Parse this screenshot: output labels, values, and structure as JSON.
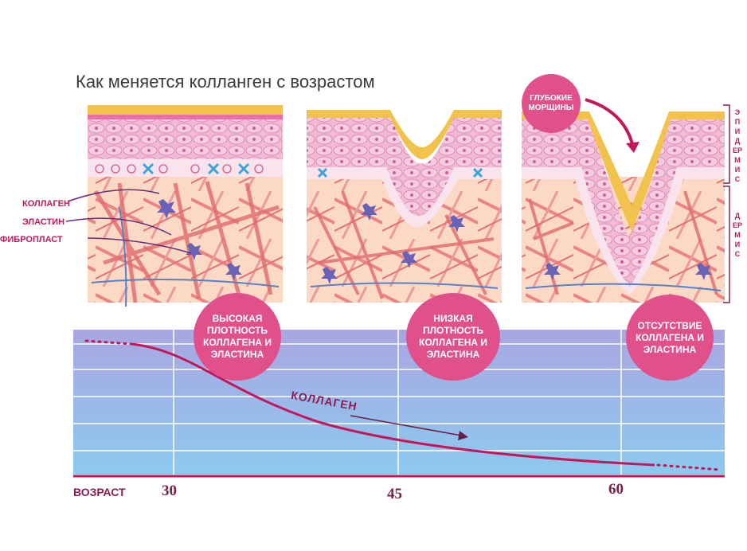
{
  "title": "Как меняется колланген с возрастом",
  "colors": {
    "pink_accent": "#e0508a",
    "magenta_curve": "#c2185b",
    "epidermis_yellow": "#f3c64d",
    "epidermis_pink": "#f4b7d3",
    "dermis_peach": "#fbd6bf",
    "collagen_red": "#e06b6b",
    "elastin_blue": "#5b7fc6",
    "fibroblast_purple": "#6a62b6",
    "chart_top": "#a7a6e2",
    "chart_bottom": "#8fc8ee"
  },
  "labels": {
    "collagen": "КОЛЛАГЕН",
    "elastin": "ЭЛАСТИН",
    "fibroblast": "ФИБРОПЛАСТ",
    "deep_wrinkles": "ГЛУБОКИЕ\nМОРЩИНЫ",
    "epidermis": "ЭПИДЕРМИС",
    "dermis": "ДЕРМИС"
  },
  "bubbles": [
    {
      "text": "ВЫСОКАЯ\nПЛОТНОСТЬ\nКОЛЛАГЕНА И\nЭЛАСТИНА"
    },
    {
      "text": "НИЗКАЯ\nПЛОТНОСТЬ\nКОЛЛАГЕНА И\nЭЛАСТИНА"
    },
    {
      "text": "ОТСУТСТВИЕ\nКОЛЛАГЕНА И\nЭЛАСТИНА"
    }
  ],
  "chart": {
    "curve_label": "КОЛЛАГЕН",
    "axis_title": "ВОЗРАСТ",
    "ages": [
      "30",
      "45",
      "60"
    ]
  }
}
